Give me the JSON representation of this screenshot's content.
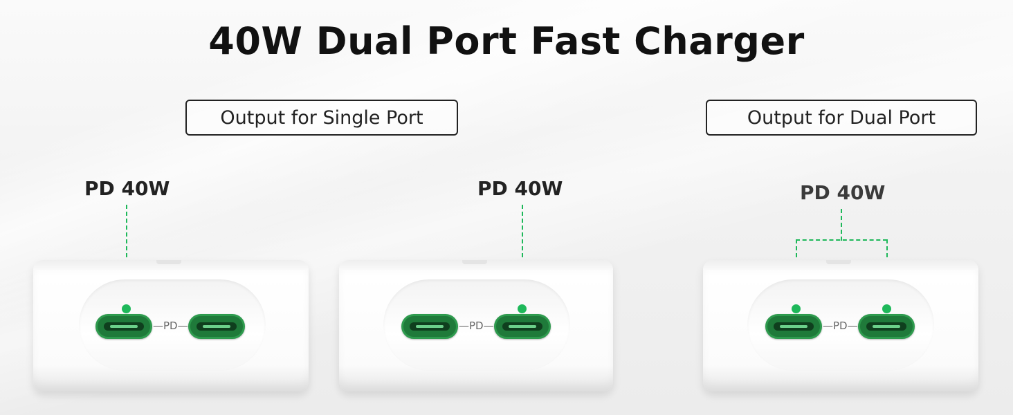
{
  "title": "40W Dual Port Fast Charger",
  "labels": {
    "single": "Output for Single Port",
    "dual": "Output for Dual Port"
  },
  "chargers": [
    {
      "power": "PD 40W",
      "separator": "—PD—"
    },
    {
      "power": "PD 40W",
      "separator": "—PD—"
    },
    {
      "power": "PD 40W",
      "separator": "—PD—"
    }
  ],
  "colors": {
    "accent": "#1eb85a",
    "port": "#1f7a3a",
    "text": "#111111"
  }
}
